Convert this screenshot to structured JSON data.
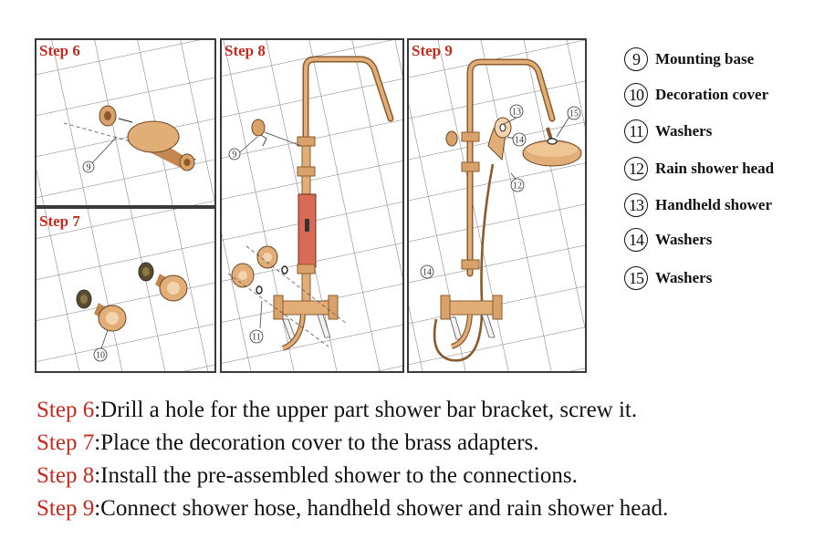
{
  "panels": {
    "step6": {
      "label": "Step 6",
      "callouts": [
        "9"
      ]
    },
    "step7": {
      "label": "Step 7",
      "callouts": [
        "10"
      ]
    },
    "step8": {
      "label": "Step 8",
      "callouts": [
        "9",
        "11"
      ]
    },
    "step9": {
      "label": "Step 9",
      "callouts": [
        "13",
        "15",
        "14",
        "12",
        "14"
      ]
    }
  },
  "legend": [
    {
      "num": "9",
      "text": "Mounting base"
    },
    {
      "num": "10",
      "text": "Decoration cover"
    },
    {
      "num": "11",
      "text": "Washers"
    },
    {
      "num": "12",
      "text": "Rain shower head"
    },
    {
      "num": "13",
      "text": "Handheld shower"
    },
    {
      "num": "14",
      "text": "Washers"
    },
    {
      "num": "15",
      "text": "Washers"
    }
  ],
  "instructions": [
    {
      "step": "Step 6",
      "text": ":Drill a hole for the upper part shower bar bracket, screw it."
    },
    {
      "step": "Step 7",
      "text": ":Place the decoration cover to the brass adapters."
    },
    {
      "step": "Step 8",
      "text": ":Install the pre-assembled shower to the connections."
    },
    {
      "step": "Step 9",
      "text": ":Connect shower hose, handheld shower and rain shower head."
    }
  ],
  "colors": {
    "step_red": "#c42a1e",
    "brass": "#d9a26a",
    "brass_dark": "#8a5a2b",
    "tile_line": "#7d7d7d",
    "panel_border": "#3a3a3a",
    "mixer_red": "#d96a55"
  }
}
